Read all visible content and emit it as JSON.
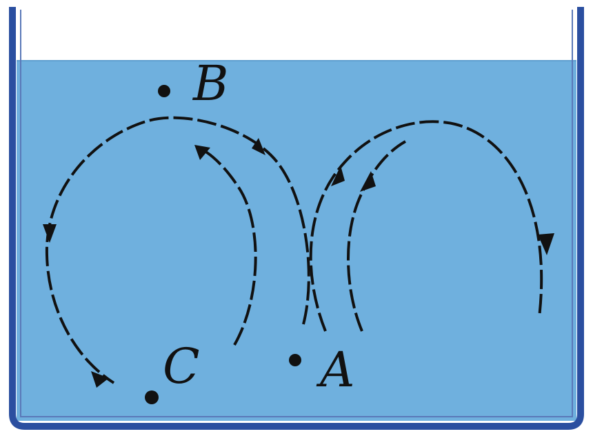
{
  "colors": {
    "water": "#6fb0de",
    "container": "#2b4fa0",
    "ink": "#111111",
    "background": "#ffffff"
  },
  "points": {
    "a": {
      "label": "A"
    },
    "b": {
      "label": "B"
    },
    "c": {
      "label": "C"
    }
  }
}
